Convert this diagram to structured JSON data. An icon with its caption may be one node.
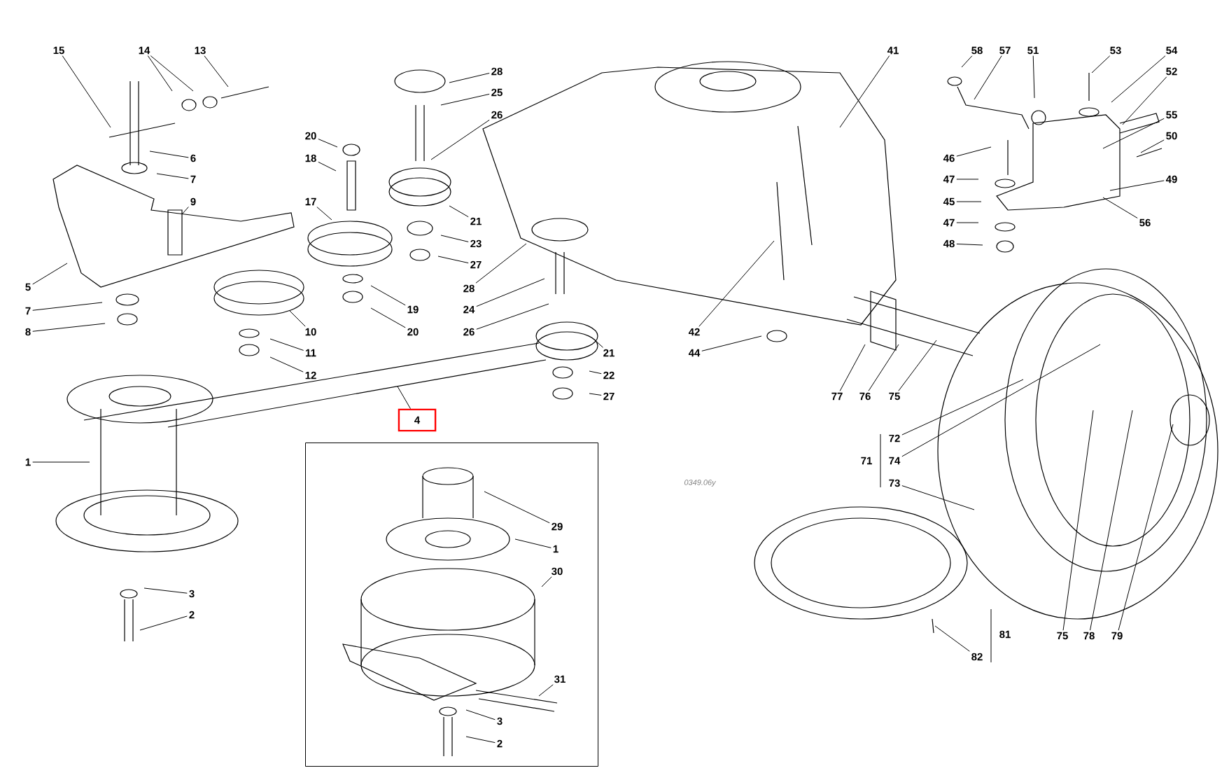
{
  "diagram": {
    "nodes": [
      {
        "text": [
          "15"
        ]
      },
      {
        "text": [
          "14"
        ]
      },
      {
        "text": [
          "13"
        ]
      },
      {
        "text": [
          "20"
        ]
      },
      {
        "text": [
          "6"
        ]
      },
      {
        "text": [
          "18"
        ]
      },
      {
        "text": [
          "7"
        ]
      },
      {
        "text": [
          "9"
        ]
      },
      {
        "text": [
          "17"
        ]
      },
      {
        "text": [
          "5"
        ]
      },
      {
        "text": [
          "7"
        ]
      },
      {
        "text": [
          "8"
        ]
      },
      {
        "text": [
          "10"
        ]
      },
      {
        "text": [
          "11"
        ]
      },
      {
        "text": [
          "12"
        ]
      },
      {
        "text": [
          "19"
        ]
      },
      {
        "text": [
          "20"
        ]
      },
      {
        "text": [
          "28"
        ]
      },
      {
        "text": [
          "25"
        ]
      },
      {
        "text": [
          "26"
        ]
      },
      {
        "text": [
          "21"
        ]
      },
      {
        "text": [
          "23"
        ]
      },
      {
        "text": [
          "27"
        ]
      },
      {
        "text": [
          "28"
        ]
      },
      {
        "text": [
          "24"
        ]
      },
      {
        "text": [
          "26"
        ]
      },
      {
        "text": [
          "21"
        ]
      },
      {
        "text": [
          "22"
        ]
      },
      {
        "text": [
          "27"
        ]
      },
      {
        "text": [
          "41"
        ]
      },
      {
        "text": [
          "42"
        ]
      },
      {
        "text": [
          "44"
        ]
      },
      {
        "text": [
          "4"
        ]
      },
      {
        "text": [
          "1"
        ]
      },
      {
        "text": [
          "3"
        ]
      },
      {
        "text": [
          "2"
        ]
      },
      {
        "text": [],
        "shape": "box"
      },
      {
        "text": [
          "29"
        ],
        "in": 36
      },
      {
        "text": [
          "1"
        ],
        "in": 36
      },
      {
        "text": [
          "30"
        ],
        "in": 36
      },
      {
        "text": [
          "31"
        ],
        "in": 36
      },
      {
        "text": [
          "3"
        ],
        "in": 36
      },
      {
        "text": [
          "2"
        ],
        "in": 36
      },
      {
        "text": [
          "58"
        ]
      },
      {
        "text": [
          "57"
        ]
      },
      {
        "text": [
          "51"
        ]
      },
      {
        "text": [
          "53"
        ]
      },
      {
        "text": [
          "54"
        ]
      },
      {
        "text": [
          "52"
        ]
      },
      {
        "text": [
          "55"
        ]
      },
      {
        "text": [
          "50"
        ]
      },
      {
        "text": [
          "46"
        ]
      },
      {
        "text": [
          "47"
        ]
      },
      {
        "text": [
          "49"
        ]
      },
      {
        "text": [
          "45"
        ]
      },
      {
        "text": [
          "47"
        ]
      },
      {
        "text": [
          "56"
        ]
      },
      {
        "text": [
          "48"
        ]
      },
      {
        "text": [
          "77"
        ]
      },
      {
        "text": [
          "76"
        ]
      },
      {
        "text": [
          "75"
        ]
      },
      {
        "text": [
          "72"
        ]
      },
      {
        "text": [
          "74"
        ]
      },
      {
        "text": [
          "73"
        ]
      },
      {
        "text": [
          "82"
        ]
      },
      {
        "text": [
          "75"
        ]
      },
      {
        "text": [
          "78"
        ]
      },
      {
        "text": [
          "79"
        ]
      }
    ],
    "edges": [
      {
        "from": 0,
        "to": null,
        "arrow": "none"
      },
      {
        "from": 1,
        "to": null,
        "arrow": "none"
      },
      {
        "from": 1,
        "to": null,
        "arrow": "none"
      },
      {
        "from": 2,
        "to": null,
        "arrow": "none"
      },
      {
        "from": 3,
        "to": null,
        "arrow": "none"
      },
      {
        "from": 4,
        "to": null,
        "arrow": "none"
      },
      {
        "from": 5,
        "to": null,
        "arrow": "none"
      },
      {
        "from": 6,
        "to": null,
        "arrow": "none"
      },
      {
        "from": 7,
        "to": null,
        "arrow": "none"
      },
      {
        "from": 8,
        "to": null,
        "arrow": "none"
      },
      {
        "from": 9,
        "to": null,
        "arrow": "none"
      },
      {
        "from": 10,
        "to": null,
        "arrow": "none"
      },
      {
        "from": 11,
        "to": null,
        "arrow": "none"
      },
      {
        "from": 12,
        "to": null,
        "arrow": "none"
      },
      {
        "from": 13,
        "to": null,
        "arrow": "none"
      },
      {
        "from": 14,
        "to": null,
        "arrow": "none"
      },
      {
        "from": 15,
        "to": null,
        "arrow": "none"
      },
      {
        "from": 16,
        "to": null,
        "arrow": "none"
      },
      {
        "from": 17,
        "to": null,
        "arrow": "none"
      },
      {
        "from": 18,
        "to": null,
        "arrow": "none"
      },
      {
        "from": 19,
        "to": null,
        "arrow": "none"
      },
      {
        "from": 20,
        "to": null,
        "arrow": "none"
      },
      {
        "from": 21,
        "to": null,
        "arrow": "none"
      },
      {
        "from": 22,
        "to": null,
        "arrow": "none"
      },
      {
        "from": 23,
        "to": null,
        "arrow": "none"
      },
      {
        "from": 24,
        "to": null,
        "arrow": "none"
      },
      {
        "from": 25,
        "to": null,
        "arrow": "none"
      },
      {
        "from": 26,
        "to": null,
        "arrow": "none"
      },
      {
        "from": 27,
        "to": null,
        "arrow": "none"
      },
      {
        "from": 28,
        "to": null,
        "arrow": "none"
      },
      {
        "from": 29,
        "to": null,
        "arrow": "none"
      },
      {
        "from": 30,
        "to": null,
        "arrow": "none"
      },
      {
        "from": 31,
        "to": null,
        "arrow": "none"
      },
      {
        "from": 32,
        "to": null,
        "arrow": "none"
      },
      {
        "from": 33,
        "to": null,
        "arrow": "none"
      },
      {
        "from": 34,
        "to": null,
        "arrow": "none"
      },
      {
        "from": 35,
        "to": null,
        "arrow": "none"
      },
      {
        "from": 37,
        "to": null,
        "arrow": "none"
      },
      {
        "from": 38,
        "to": null,
        "arrow": "none"
      },
      {
        "from": 39,
        "to": null,
        "arrow": "none"
      },
      {
        "from": 40,
        "to": null,
        "arrow": "none"
      },
      {
        "from": 41,
        "to": null,
        "arrow": "none"
      },
      {
        "from": 42,
        "to": null,
        "arrow": "none"
      },
      {
        "from": 43,
        "to": null,
        "arrow": "none"
      },
      {
        "from": 44,
        "to": null,
        "arrow": "none"
      },
      {
        "from": 45,
        "to": null,
        "arrow": "none"
      },
      {
        "from": 46,
        "to": null,
        "arrow": "none"
      },
      {
        "from": 47,
        "to": null,
        "arrow": "none"
      },
      {
        "from": 48,
        "to": null,
        "arrow": "none"
      },
      {
        "from": 49,
        "to": null,
        "arrow": "none"
      },
      {
        "from": 50,
        "to": null,
        "arrow": "none"
      },
      {
        "from": 51,
        "to": null,
        "arrow": "none"
      },
      {
        "from": 52,
        "to": null,
        "arrow": "none"
      },
      {
        "from": 53,
        "to": null,
        "arrow": "none"
      },
      {
        "from": 54,
        "to": null,
        "arrow": "none"
      },
      {
        "from": 55,
        "to": null,
        "arrow": "none"
      },
      {
        "from": 56,
        "to": null,
        "arrow": "none"
      },
      {
        "from": 57,
        "to": null,
        "arrow": "none"
      },
      {
        "from": 58,
        "to": null,
        "arrow": "none"
      },
      {
        "from": 59,
        "to": null,
        "arrow": "none"
      },
      {
        "from": 60,
        "to": null,
        "arrow": "none"
      },
      {
        "from": 61,
        "to": null,
        "arrow": "none"
      },
      {
        "from": 62,
        "to": null,
        "arrow": "none"
      },
      {
        "from": 63,
        "to": null,
        "arrow": "none"
      },
      {
        "from": 64,
        "to": null,
        "arrow": "none"
      },
      {
        "from": 65,
        "to": null,
        "arrow": "none"
      },
      {
        "from": 66,
        "to": null,
        "arrow": "none"
      },
      {
        "from": 67,
        "to": null,
        "arrow": "none"
      }
    ],
    "labels": [
      "71",
      "81",
      "0349.06y"
    ]
  }
}
